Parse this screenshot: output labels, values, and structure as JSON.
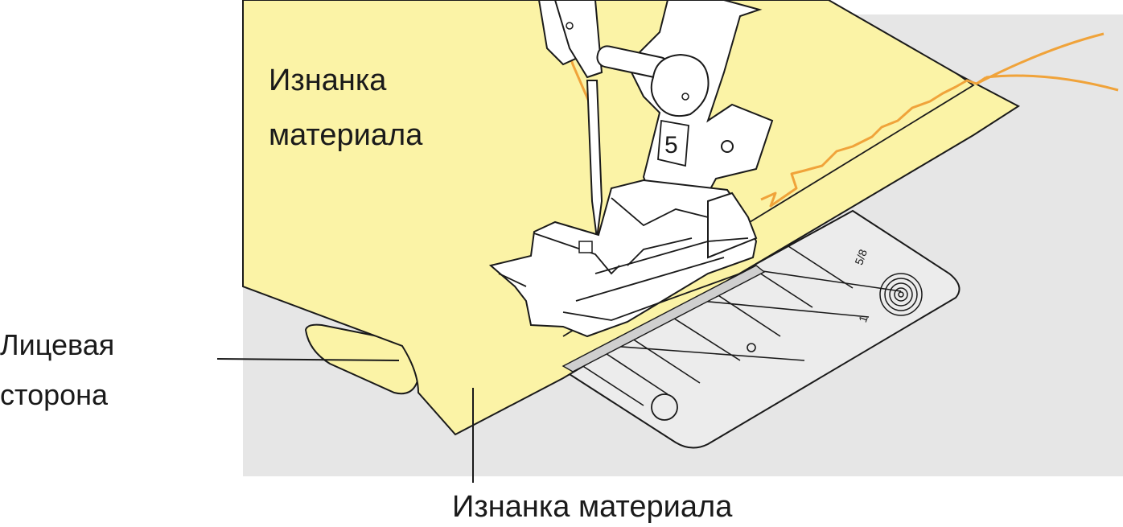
{
  "labels": {
    "wrong_side_top": [
      "Изнанка",
      "материала"
    ],
    "right_side": [
      "Лицевая",
      "сторона"
    ],
    "wrong_side_bottom": "Изнанка материала"
  },
  "presser_foot_number": "5",
  "guide_marks": {
    "five_eighths": "5/8",
    "one": "1"
  },
  "colors": {
    "fabric": "#fbf3a6",
    "bed": "#e6e6e6",
    "thread": "#f0a33a",
    "outline": "#1a1a1a",
    "metal": "#ffffff"
  }
}
